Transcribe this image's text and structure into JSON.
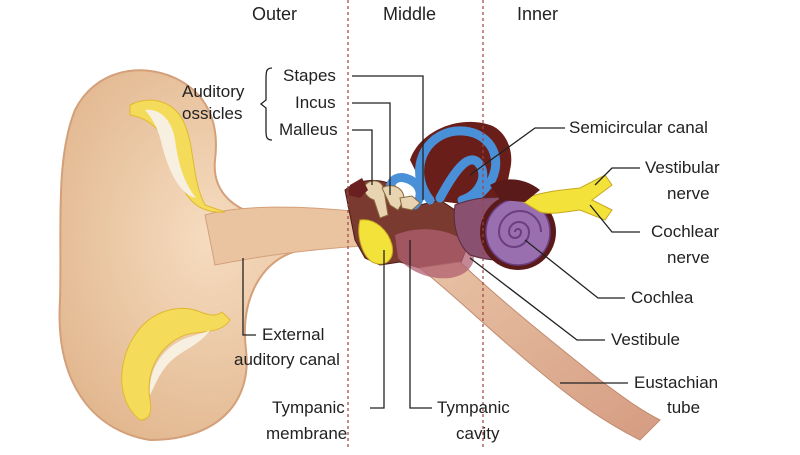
{
  "headers": {
    "outer": "Outer",
    "middle": "Middle",
    "inner": "Inner"
  },
  "labels": {
    "auditory_ossicles_1": "Auditory",
    "auditory_ossicles_2": "ossicles",
    "stapes": "Stapes",
    "incus": "Incus",
    "malleus": "Malleus",
    "semicircular_canal": "Semicircular canal",
    "vestibular_nerve_1": "Vestibular",
    "vestibular_nerve_2": "nerve",
    "cochlear_nerve_1": "Cochlear",
    "cochlear_nerve_2": "nerve",
    "cochlea": "Cochlea",
    "vestibule": "Vestibule",
    "eustachian_tube_1": "Eustachian",
    "eustachian_tube_2": "tube",
    "external_canal_1": "External",
    "external_canal_2": "auditory canal",
    "tympanic_membrane_1": "Tympanic",
    "tympanic_membrane_2": "membrane",
    "tympanic_cavity_1": "Tympanic",
    "tympanic_cavity_2": "cavity"
  },
  "colors": {
    "skin": "#f0d2b0",
    "skin_dark": "#dcae86",
    "cartilage": "#f4dc5a",
    "bone_yellow": "#f2e23a",
    "canal_blue": "#4a90d9",
    "canal_dark": "#5a1a1a",
    "cochlea_purple": "#9a6fb0",
    "vestibule": "#8a5070",
    "divider": "#a04040"
  }
}
